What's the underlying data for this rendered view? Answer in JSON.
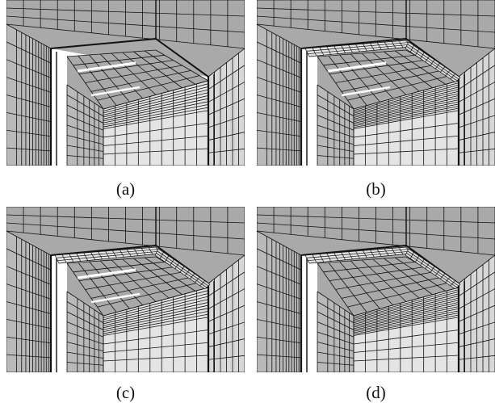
{
  "panels": [
    {
      "id": "a",
      "caption": "(a)",
      "variant": "outer-refinement-partial"
    },
    {
      "id": "b",
      "caption": "(b)",
      "variant": "outer-refinement-full"
    },
    {
      "id": "c",
      "caption": "(c)",
      "variant": "top-band-refined"
    },
    {
      "id": "d",
      "caption": "(d)",
      "variant": "fully-refined"
    }
  ],
  "colors": {
    "top_face": "#a9a9a9",
    "side_face": "#d7d7d7",
    "left_face": "#b9b9b9",
    "front_face": "#e4e4e4",
    "edge": "#111111"
  }
}
